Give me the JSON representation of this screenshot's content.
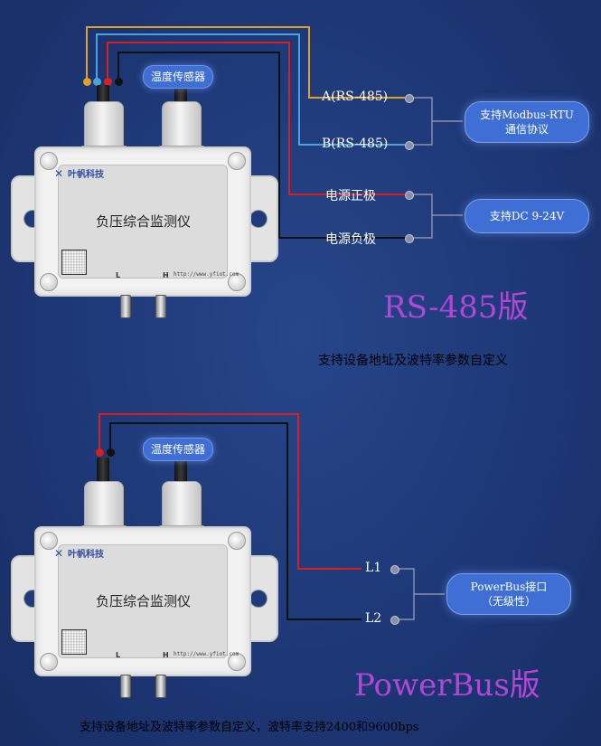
{
  "rs485": {
    "sensor_tag": "温度传感器",
    "brand": "叶帆科技",
    "device_title": "负压综合监测仪",
    "port_left": "L",
    "port_right": "H",
    "url": "http://www.yfiot.com",
    "terminals": [
      "A(RS-485)",
      "B(RS-485)",
      "电源正极",
      "电源负极"
    ],
    "pill_protocol": [
      "支持Modbus-RTU",
      "通信协议"
    ],
    "pill_power": "支持DC 9-24V",
    "version_label": "RS-485版",
    "caption": "支持设备地址及波特率参数自定义",
    "wire_colors": [
      "#e3a021",
      "#4aa3e0",
      "#d81e1e",
      "#111111"
    ]
  },
  "powerbus": {
    "sensor_tag": "温度传感器",
    "brand": "叶帆科技",
    "device_title": "负压综合监测仪",
    "port_left": "L",
    "port_right": "H",
    "url": "http://www.yfiot.com",
    "terminals": [
      "L1",
      "L2"
    ],
    "pill_interface": [
      "PowerBus接口",
      "（无级性）"
    ],
    "version_label": "PowerBus版",
    "caption": "支持设备地址及波特率参数自定义，波特率支持2400和9600bps",
    "wire_colors": [
      "#d81e1e",
      "#111111"
    ]
  }
}
